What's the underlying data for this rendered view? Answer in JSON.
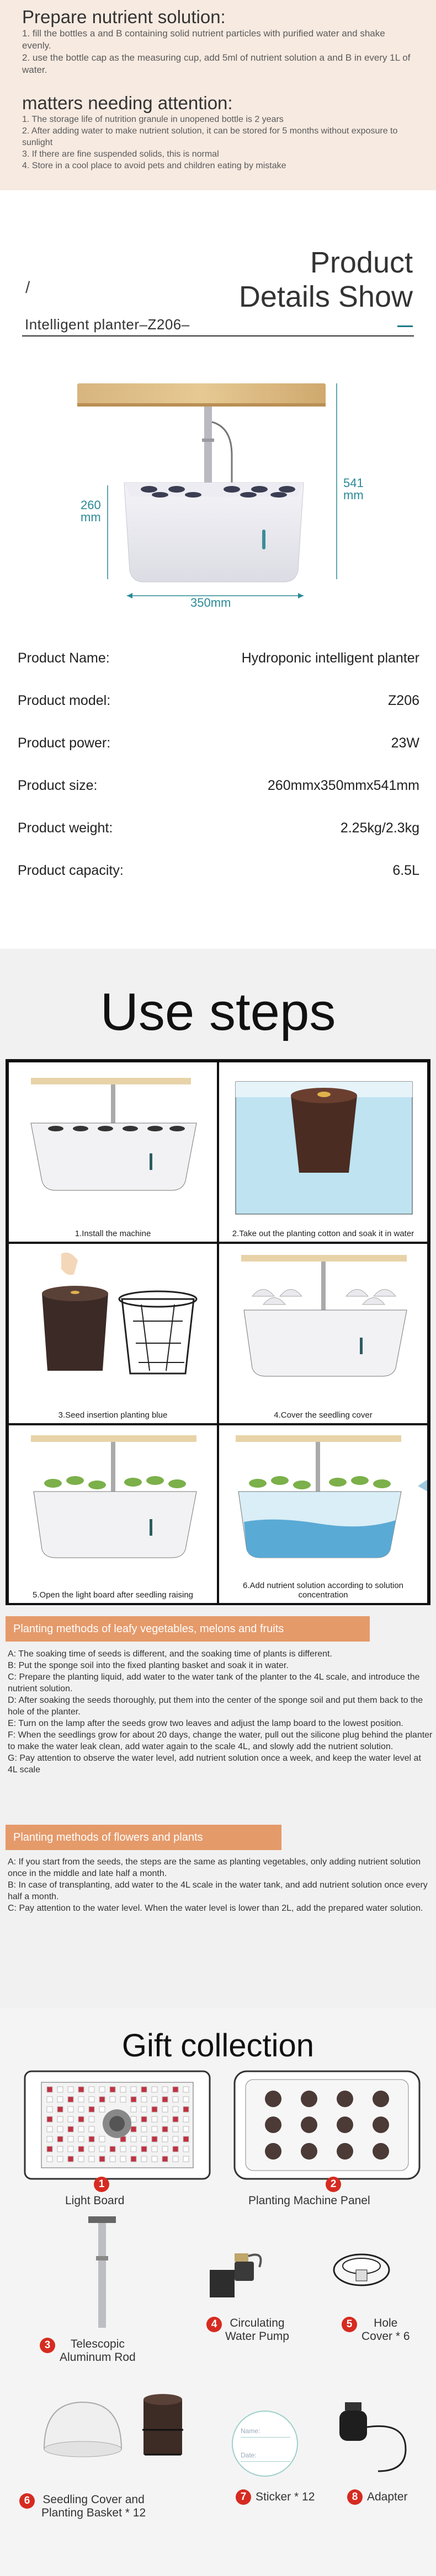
{
  "nutrient": {
    "title": "Prepare nutrient solution:",
    "steps": [
      "1. fill the bottles a and B containing solid nutrient particles with purified water and shake evenly.",
      "2. use the bottle cap as the measuring cup, add 5ml of nutrient solution a and B in every 1L of water."
    ],
    "attention_title": "matters needing attention:",
    "notes": [
      "1. The storage life of nutrition granule in unopened bottle is 2 years",
      "2. After adding water to make nutrient solution, it can be stored for 5 months without exposure to sunlight",
      "3. If there are fine suspended solids, this is normal",
      "4. Store in a cool place to avoid pets and children eating by mistake"
    ]
  },
  "details": {
    "title_line1": "Product",
    "title_line2": "Details Show",
    "slash": "/",
    "model_line": "Intelligent planter–Z206–",
    "dim_height_left": "260\nmm",
    "dim_height_right": "541\nmm",
    "dim_width": "350mm",
    "specs": [
      {
        "k": "Product Name:",
        "v": "Hydroponic intelligent planter"
      },
      {
        "k": "Product model:",
        "v": "Z206"
      },
      {
        "k": "Product power:",
        "v": "23W"
      },
      {
        "k": "Product size:",
        "v": "260mmx350mmx541mm"
      },
      {
        "k": "Product weight:",
        "v": "2.25kg/2.3kg"
      },
      {
        "k": "Product capacity:",
        "v": "6.5L"
      }
    ]
  },
  "steps": {
    "title": "Use steps",
    "captions": [
      "1.Install the machine",
      "2.Take out the planting cotton and soak it in water",
      "3.Seed insertion planting blue",
      "4.Cover the seedling cover",
      "5.Open the light board after seedling raising",
      "6.Add nutrient solution according to solution concentration"
    ],
    "veg_title": "Planting methods of leafy vegetables, melons and fruits",
    "veg": [
      "A: The soaking time of seeds is different, and the soaking time of plants is different.",
      "B: Put the sponge soil into the fixed planting basket and soak it in water.",
      "C: Prepare the planting liquid, add water to the water tank of the planter to the 4L scale, and introduce the nutrient solution.",
      "D: After soaking the seeds thoroughly, put them into the center of the sponge soil and put them back to the hole of the planter.",
      "E: Turn on the lamp after the seeds grow two leaves and adjust the lamp board to the lowest position.",
      "F: When the seedlings grow for about 20 days, change the water, pull out the silicone plug behind the planter to make the water leak clean, add water again to the scale 4L, and slowly add the nutrient solution.",
      "G: Pay attention to observe the water level, add nutrient solution once a week, and keep the water level at 4L scale"
    ],
    "flower_title": "Planting methods of flowers and plants",
    "flower": [
      "A: If you start from the seeds, the steps are the same as planting vegetables, only adding nutrient solution once in the middle and late half a month.",
      "B: In case of transplanting, add water to the 4L scale in the water tank, and add nutrient solution once every half a month.",
      "C: Pay attention to the water level. When the water level is lower than 2L, add the prepared water solution."
    ]
  },
  "gift": {
    "title": "Gift collection",
    "items": [
      {
        "n": "1",
        "label": "Light Board"
      },
      {
        "n": "2",
        "label": "Planting Machine Panel"
      },
      {
        "n": "3",
        "label": "Telescopic\nAluminum Rod"
      },
      {
        "n": "4",
        "label": "Circulating\nWater Pump"
      },
      {
        "n": "5",
        "label": "Hole\nCover * 6"
      },
      {
        "n": "6",
        "label": "Seedling Cover and\nPlanting Basket * 12"
      },
      {
        "n": "7",
        "label": "Sticker * 12"
      },
      {
        "n": "8",
        "label": "Adapter"
      }
    ],
    "sticker_name": "Name:",
    "sticker_date": "Date:"
  },
  "colors": {
    "accent": "#2a8a96",
    "band": "#e59a6a",
    "badge": "#d62b20",
    "cream": "#f7eae1"
  }
}
